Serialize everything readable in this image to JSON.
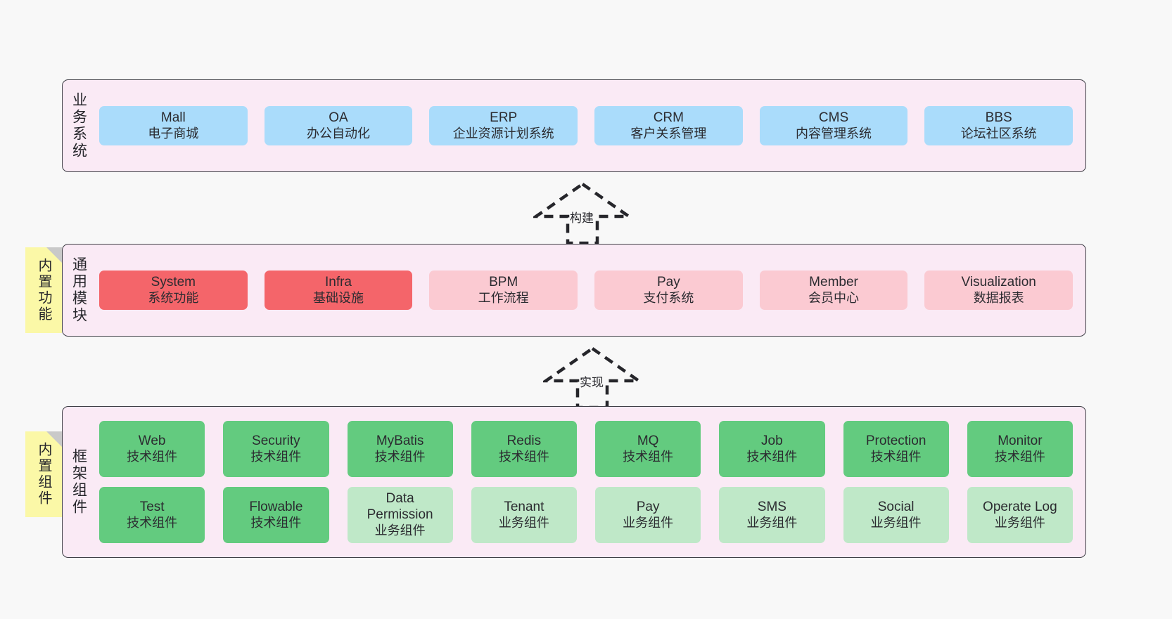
{
  "diagram": {
    "type": "layered-architecture",
    "background_color": "#f8f8f8",
    "panel_color": "#faeaf5",
    "border_color": "#3f3f46"
  },
  "layers": [
    {
      "id": "business-systems",
      "title": "业务系统",
      "note": null,
      "rows": [
        {
          "style": "c-blue",
          "cards": [
            {
              "name": "Mall",
              "sub": "电子商城"
            },
            {
              "name": "OA",
              "sub": "办公自动化"
            },
            {
              "name": "ERP",
              "sub": "企业资源计划系统"
            },
            {
              "name": "CRM",
              "sub": "客户关系管理"
            },
            {
              "name": "CMS",
              "sub": "内容管理系统"
            },
            {
              "name": "BBS",
              "sub": "论坛社区系统"
            }
          ]
        }
      ]
    },
    {
      "id": "common-modules",
      "title": "通用模块",
      "note": "内置功能",
      "rows": [
        {
          "style": "mixed",
          "cards": [
            {
              "name": "System",
              "sub": "系统功能",
              "style": "c-red"
            },
            {
              "name": "Infra",
              "sub": "基础设施",
              "style": "c-red"
            },
            {
              "name": "BPM",
              "sub": "工作流程",
              "style": "c-pink"
            },
            {
              "name": "Pay",
              "sub": "支付系统",
              "style": "c-pink"
            },
            {
              "name": "Member",
              "sub": "会员中心",
              "style": "c-pink"
            },
            {
              "name": "Visualization",
              "sub": "数据报表",
              "style": "c-pink"
            }
          ]
        }
      ]
    },
    {
      "id": "framework-components",
      "title": "框架组件",
      "note": "内置组件",
      "rows": [
        {
          "style": "c-green",
          "cards": [
            {
              "name": "Web",
              "sub": "技术组件",
              "style": "c-green"
            },
            {
              "name": "Security",
              "sub": "技术组件",
              "style": "c-green"
            },
            {
              "name": "MyBatis",
              "sub": "技术组件",
              "style": "c-green"
            },
            {
              "name": "Redis",
              "sub": "技术组件",
              "style": "c-green"
            },
            {
              "name": "MQ",
              "sub": "技术组件",
              "style": "c-green"
            },
            {
              "name": "Job",
              "sub": "技术组件",
              "style": "c-green"
            },
            {
              "name": "Protection",
              "sub": "技术组件",
              "style": "c-green"
            },
            {
              "name": "Monitor",
              "sub": "技术组件",
              "style": "c-green"
            }
          ]
        },
        {
          "style": "mixed",
          "cards": [
            {
              "name": "Test",
              "sub": "技术组件",
              "style": "c-green"
            },
            {
              "name": "Flowable",
              "sub": "技术组件",
              "style": "c-green"
            },
            {
              "name": "Data Permission",
              "sub": "业务组件",
              "style": "c-lightgreen"
            },
            {
              "name": "Tenant",
              "sub": "业务组件",
              "style": "c-lightgreen"
            },
            {
              "name": "Pay",
              "sub": "业务组件",
              "style": "c-lightgreen"
            },
            {
              "name": "SMS",
              "sub": "业务组件",
              "style": "c-lightgreen"
            },
            {
              "name": "Social",
              "sub": "业务组件",
              "style": "c-lightgreen"
            },
            {
              "name": "Operate Log",
              "sub": "业务组件",
              "style": "c-lightgreen"
            }
          ]
        }
      ]
    }
  ],
  "connectors": [
    {
      "id": "build",
      "label": "构建",
      "from": "common-modules",
      "to": "business-systems",
      "style": "dashed-hollow-arrow-up"
    },
    {
      "id": "implement",
      "label": "实现",
      "from": "framework-components",
      "to": "common-modules",
      "style": "dashed-hollow-arrow-up"
    }
  ]
}
